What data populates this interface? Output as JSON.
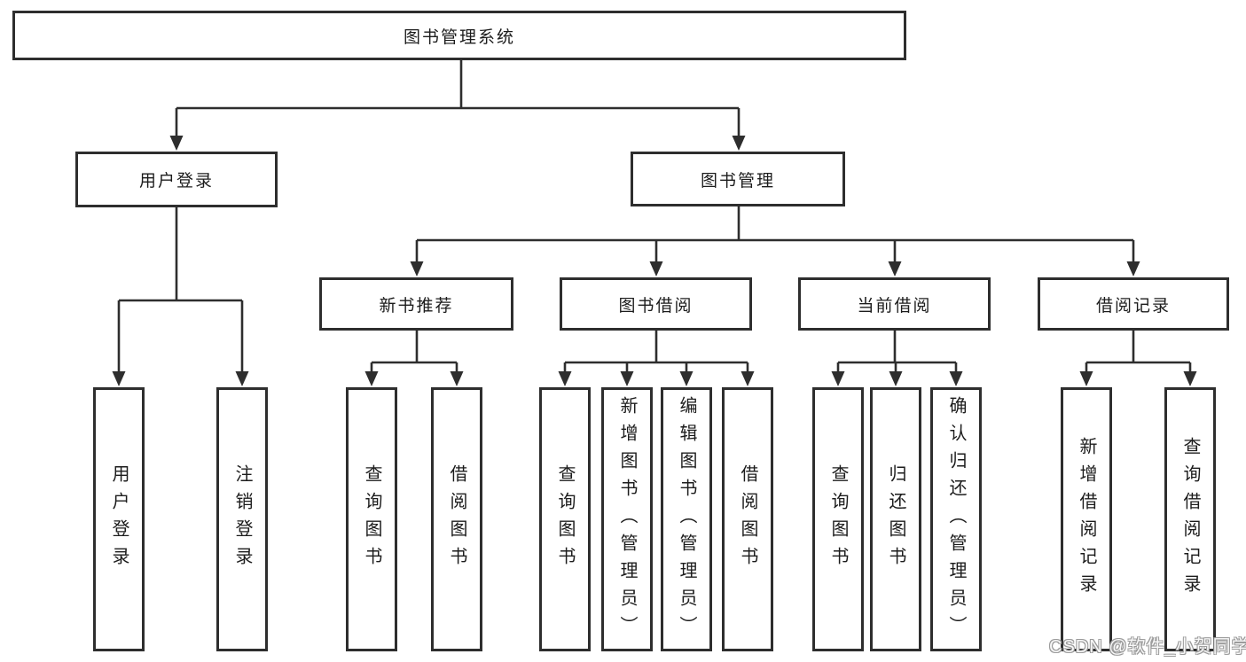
{
  "tree": {
    "root": "图书管理系统",
    "level2": [
      "用户登录",
      "图书管理"
    ],
    "level3": [
      "新书推荐",
      "图书借阅",
      "当前借阅",
      "借阅记录"
    ],
    "leaves": {
      "login": [
        "用户登录",
        "注销登录"
      ],
      "new_book": [
        "查询图书",
        "借阅图书"
      ],
      "book_borrow": [
        "查询图书",
        "新增图书（管理员）",
        "编辑图书（管理员）",
        "借阅图书"
      ],
      "current_borrow": [
        "查询图书",
        "归还图书",
        "确认归还（管理员）"
      ],
      "borrow_records": [
        "新增借阅记录",
        "查询借阅记录"
      ]
    }
  },
  "watermark": "CSDN @软件_小贺同学",
  "colors": {
    "line": "#2e2e2e",
    "box_border": "#2e2e2e",
    "text": "#1c1c1c",
    "background": "#ffffff",
    "watermark_fill": "#ffffff",
    "watermark_outline": "#9a9a9a"
  }
}
